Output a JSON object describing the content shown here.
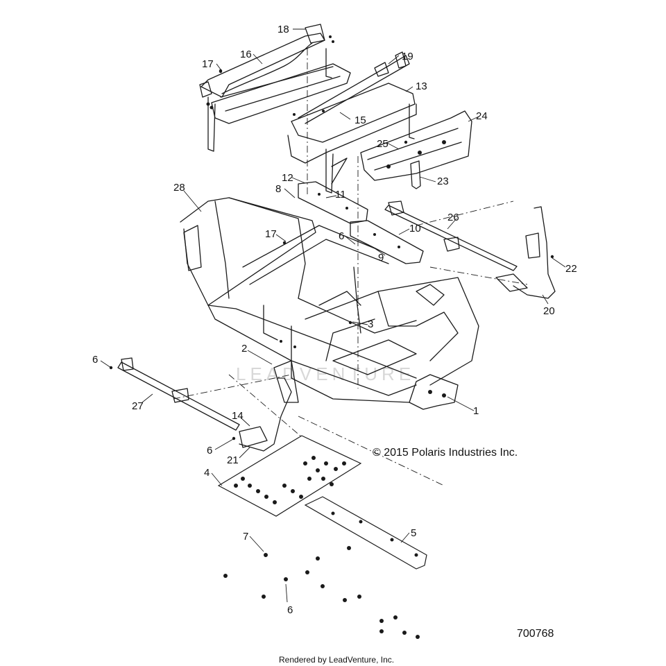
{
  "callouts": [
    "18",
    "16",
    "17",
    "19",
    "13",
    "15",
    "24",
    "25",
    "12",
    "8",
    "11",
    "23",
    "28",
    "17",
    "6",
    "10",
    "26",
    "9",
    "22",
    "20",
    "3",
    "2",
    "6",
    "27",
    "14",
    "1",
    "6",
    "21",
    "4",
    "7",
    "5",
    "6"
  ],
  "copyright": "© 2015 Polaris Industries Inc.",
  "diagram_number": "700768",
  "rendered_by": "Rendered by LeadVenture, Inc.",
  "watermark": "LEADVENTURE"
}
